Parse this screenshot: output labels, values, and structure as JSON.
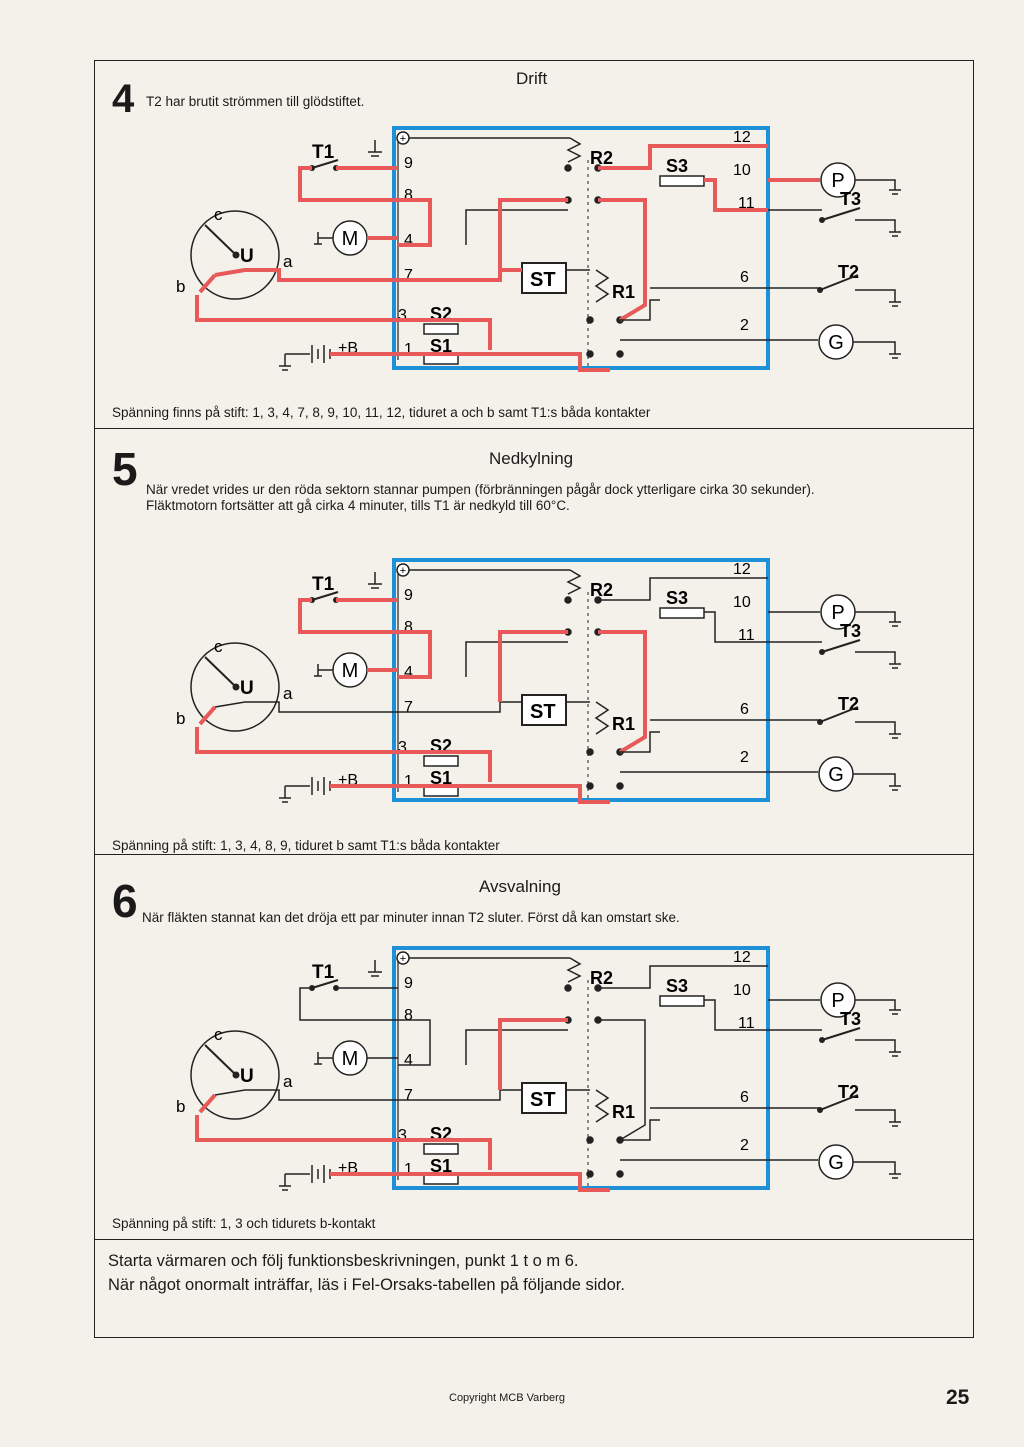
{
  "panels": [
    {
      "number": "4",
      "title": "Drift",
      "subtitle": "T2 har brutit strömmen till glödstiftet.",
      "caption": "Spänning finns på stift: 1, 3, 4, 7, 8, 9, 10, 11, 12, tiduret a och b samt T1:s båda kontakter"
    },
    {
      "number": "5",
      "title": "Nedkylning",
      "subtitle_line1": "När vredet vrides ur den röda sektorn stannar pumpen (förbränningen pågår dock ytterligare cirka 30 sekunder).",
      "subtitle_line2": "Fläktmotorn fortsätter att gå cirka 4 minuter, tills T1 är nedkyld till 60°C.",
      "caption": "Spänning på stift: 1, 3, 4, 8, 9, tiduret b samt T1:s båda kontakter"
    },
    {
      "number": "6",
      "title": "Avsvalning",
      "subtitle": "När fläkten stannat kan det dröja ett par minuter innan T2 sluter. Först då kan omstart ske.",
      "caption": "Spänning på stift: 1, 3 och tidurets b-kontakt"
    }
  ],
  "labels": {
    "T1": "T1",
    "T2": "T2",
    "T3": "T3",
    "M": "M",
    "U": "U",
    "c": "c",
    "a": "a",
    "b": "b",
    "B": "+B",
    "R1": "R1",
    "R2": "R2",
    "S1": "S1",
    "S2": "S2",
    "S3": "S3",
    "ST": "ST",
    "P": "P",
    "G": "G",
    "pin9": "9",
    "pin8": "8",
    "pin4": "4",
    "pin7": "7",
    "pin3": "3",
    "pin1": "1",
    "pin12": "12",
    "pin10": "10",
    "pin11": "11",
    "pin6": "6",
    "pin2": "2"
  },
  "footer": {
    "line1": "Starta värmaren och följ funktionsbeskrivningen, punkt 1 t o m 6.",
    "line2": "När något onormalt inträffar, läs i Fel-Orsaks-tabellen på följande sidor."
  },
  "copyright": "Copyright MCB Varberg",
  "page_number": "25",
  "colors": {
    "live_wire": "#e85a5a",
    "box": "#1e90d8",
    "wire": "#222222"
  }
}
